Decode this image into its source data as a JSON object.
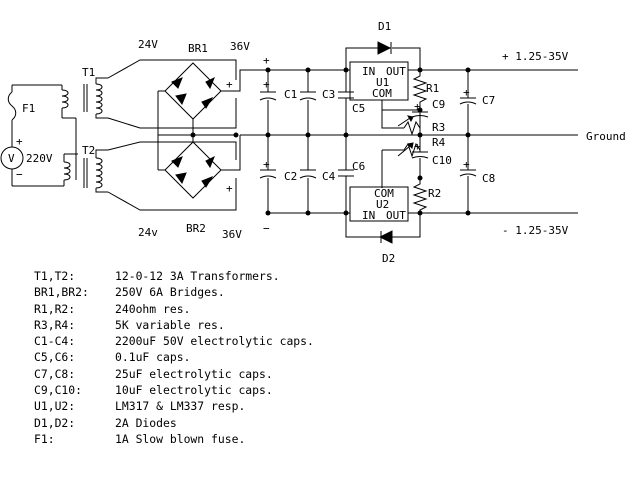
{
  "labels": {
    "f1": "F1",
    "source_voltage": "220V",
    "source_symbol": "V",
    "plus": "+",
    "minus": "−",
    "t1": "T1",
    "t2": "T2",
    "v24_top": "24V",
    "v24_bottom": "24v",
    "br1": "BR1",
    "br2": "BR2",
    "v36_top": "36V",
    "v36_bottom": "36V",
    "c1": "C1",
    "c2": "C2",
    "c3": "C3",
    "c4": "C4",
    "c5": "C5",
    "c6": "C6",
    "c7": "C7",
    "c8": "C8",
    "c9": "C9",
    "c10": "C10",
    "r1": "R1",
    "r2": "R2",
    "r3": "R3",
    "r4": "R4",
    "d1": "D1",
    "d2": "D2",
    "u1_in": "IN",
    "u1_out": "OUT",
    "u1_name": "U1",
    "u1_com": "COM",
    "u2_in": "IN",
    "u2_out": "OUT",
    "u2_name": "U2",
    "u2_com": "COM",
    "out_pos": "+ 1.25-35V",
    "ground": "Ground",
    "out_neg": "- 1.25-35V"
  },
  "legend": [
    {
      "key": "T1,T2:",
      "value": "12-0-12 3A Transformers."
    },
    {
      "key": "BR1,BR2:",
      "value": "250V 6A Bridges."
    },
    {
      "key": "R1,R2:",
      "value": "240ohm res."
    },
    {
      "key": "R3,R4:",
      "value": "5K variable res."
    },
    {
      "key": "C1-C4:",
      "value": "2200uF 50V electrolytic caps."
    },
    {
      "key": "C5,C6:",
      "value": "0.1uF caps."
    },
    {
      "key": "C7,C8:",
      "value": "25uF electrolytic caps."
    },
    {
      "key": "C9,C10:",
      "value": "10uF electrolytic caps."
    },
    {
      "key": "U1,U2:",
      "value": "LM317 & LM337 resp."
    },
    {
      "key": "D1,D2:",
      "value": "2A Diodes"
    },
    {
      "key": "F1:",
      "value": "1A Slow blown fuse."
    }
  ]
}
